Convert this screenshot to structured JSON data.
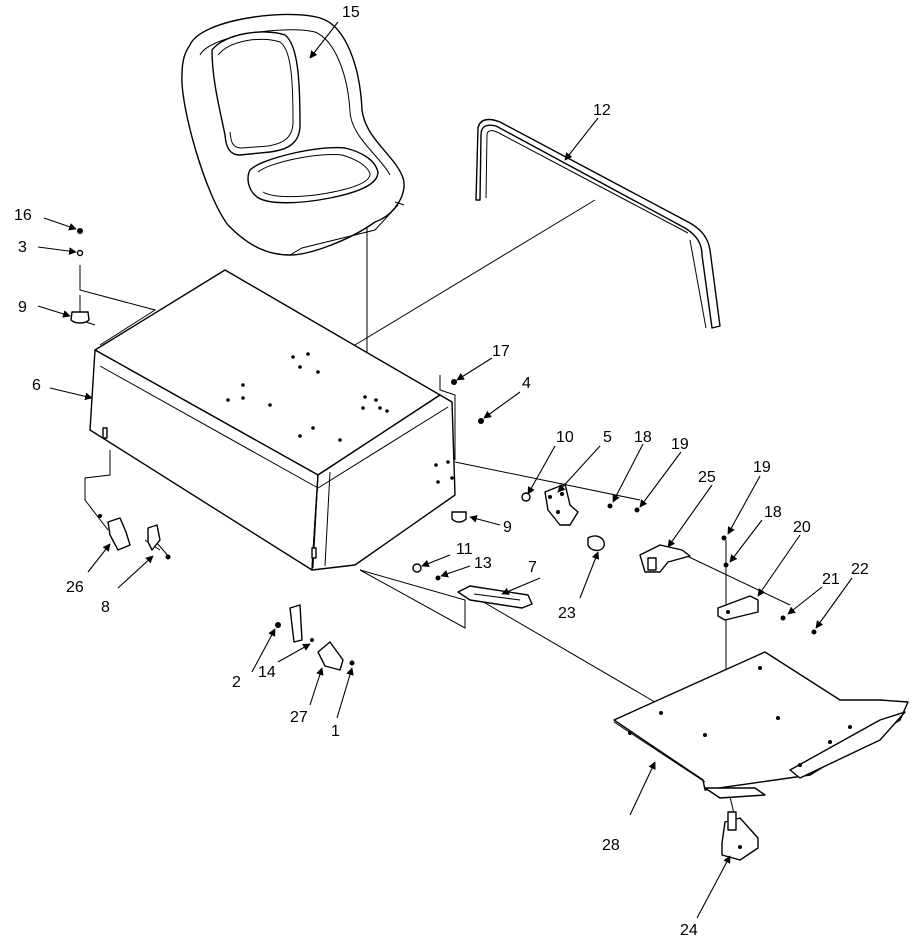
{
  "callouts": [
    {
      "id": "15",
      "text": "15"
    },
    {
      "id": "12",
      "text": "12"
    },
    {
      "id": "16",
      "text": "16"
    },
    {
      "id": "3",
      "text": "3"
    },
    {
      "id": "9a",
      "text": "9"
    },
    {
      "id": "6",
      "text": "6"
    },
    {
      "id": "17",
      "text": "17"
    },
    {
      "id": "4",
      "text": "4"
    },
    {
      "id": "10",
      "text": "10"
    },
    {
      "id": "5",
      "text": "5"
    },
    {
      "id": "18a",
      "text": "18"
    },
    {
      "id": "19a",
      "text": "19"
    },
    {
      "id": "25",
      "text": "25"
    },
    {
      "id": "19b",
      "text": "19"
    },
    {
      "id": "18b",
      "text": "18"
    },
    {
      "id": "20",
      "text": "20"
    },
    {
      "id": "21",
      "text": "21"
    },
    {
      "id": "22",
      "text": "22"
    },
    {
      "id": "9b",
      "text": "9"
    },
    {
      "id": "11",
      "text": "11"
    },
    {
      "id": "13",
      "text": "13"
    },
    {
      "id": "7",
      "text": "7"
    },
    {
      "id": "23",
      "text": "23"
    },
    {
      "id": "26",
      "text": "26"
    },
    {
      "id": "8",
      "text": "8"
    },
    {
      "id": "2",
      "text": "2"
    },
    {
      "id": "14",
      "text": "14"
    },
    {
      "id": "27",
      "text": "27"
    },
    {
      "id": "1",
      "text": "1"
    },
    {
      "id": "28",
      "text": "28"
    },
    {
      "id": "24",
      "text": "24"
    }
  ]
}
